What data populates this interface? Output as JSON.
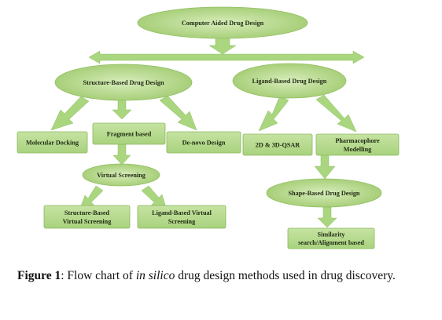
{
  "diagram": {
    "root": "Computer Aided Drug Design",
    "structure_based": "Structure-Based Drug Design",
    "ligand_based": "Ligand-Based Drug Design",
    "molecular_docking": "Molecular Docking",
    "fragment_based": "Fragment based",
    "de_novo": "De-novo Design",
    "virtual_screening": "Virtual Screening",
    "sbvs_line1": "Structure-Based",
    "sbvs_line2": "Virtual Screening",
    "lbvs_line1": "Ligand-Based Virtual",
    "lbvs_line2": "Screening",
    "qsar": "2D & 3D-QSAR",
    "pharmacophore_line1": "Pharmacophore",
    "pharmacophore_line2": "Modelling",
    "shape_based": "Shape-Based Drug Design",
    "similarity_line1": "Similarity",
    "similarity_line2": "search/Alignment based"
  },
  "caption": {
    "label": "Figure 1",
    "part1": ": Flow chart of ",
    "italic": "in silico",
    "part2": " drug design methods used in drug discovery."
  },
  "colors": {
    "node_fill_light": "#d6ebb8",
    "node_fill_dark": "#9cc86a",
    "arrow_fill": "#a9d67e"
  }
}
